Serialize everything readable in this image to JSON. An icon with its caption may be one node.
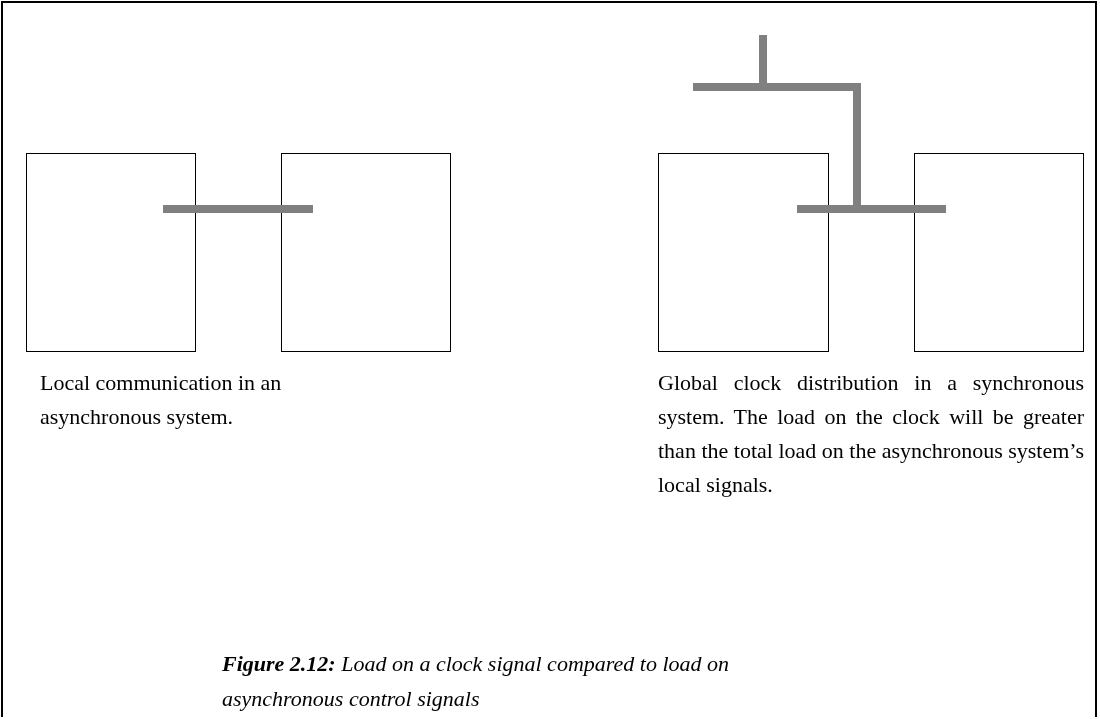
{
  "diagram": {
    "caption": "**Figure 2.12:** Load on a clock signal compared to load on asynchronous control signals",
    "nodes": [
      {
        "text": [],
        "shape": "box"
      },
      {
        "text": [],
        "shape": "box"
      },
      {
        "text": [],
        "shape": "box"
      },
      {
        "text": [],
        "shape": "box"
      }
    ],
    "edges": [
      {
        "from": 0,
        "to": 1,
        "arrow": "none"
      },
      {
        "from": null,
        "to": 2,
        "arrow": "none"
      },
      {
        "from": null,
        "to": 3,
        "arrow": "none"
      }
    ],
    "labels": [
      "Local communication in an asynchronous system.",
      "Global clock distribution in a synchronous system. The load on the clock will be greater than the total load on the asynchronous system’s local signals."
    ]
  }
}
